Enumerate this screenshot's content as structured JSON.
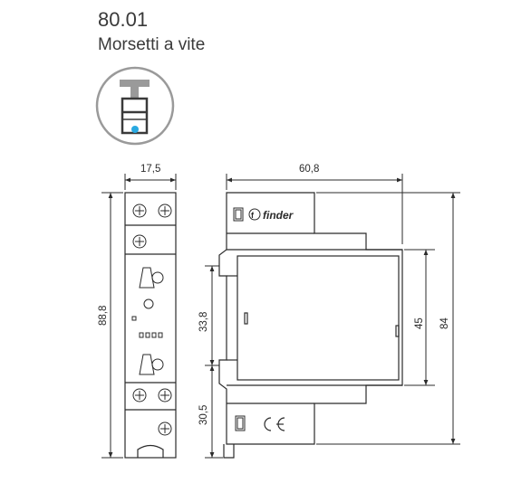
{
  "header": {
    "model_number": "80.01",
    "terminal_type": "Morsetti a vite"
  },
  "icons": {
    "terminal_icon": "screw-terminal-icon",
    "brand_logo": "finder-logo",
    "ce_mark": "ce-mark-icon",
    "double_insulation": "double-insulation-icon"
  },
  "brand": {
    "name": "finder"
  },
  "dimensions": {
    "front_width": "17,5",
    "side_depth": "60,8",
    "front_height": "88,8",
    "side_upper_mount": "33,8",
    "side_lower_mount": "30,5",
    "side_body_height": "45",
    "side_total_height": "84"
  },
  "colors": {
    "line": "#2b2b2b",
    "icon_gray": "#9a9a9a",
    "icon_accent": "#29a9e1"
  }
}
